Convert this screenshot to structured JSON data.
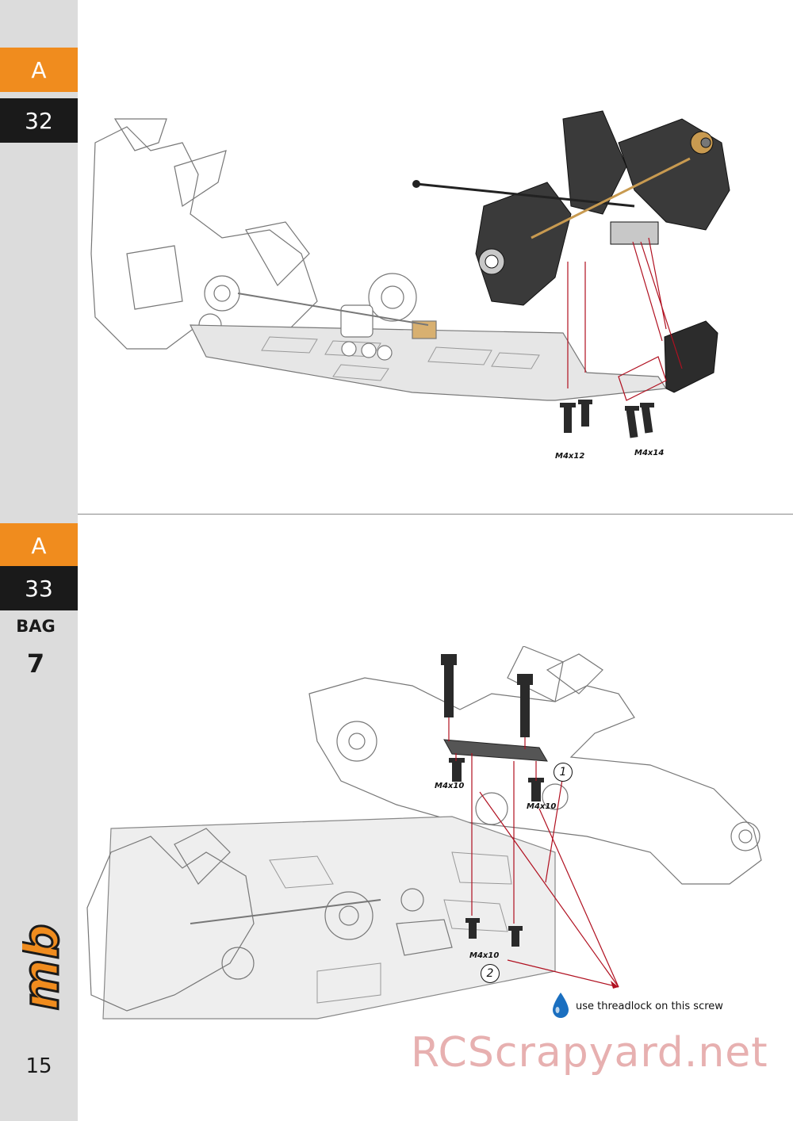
{
  "sidebar": {
    "step1_letter": "A",
    "step1_number": "32",
    "step2_letter": "A",
    "step2_number": "33",
    "bag_label": "BAG",
    "bag_number": "7",
    "page_number": "15",
    "logo": "mb"
  },
  "step32": {
    "screw_a": "M4x12",
    "screw_b": "M4x14"
  },
  "step33": {
    "screw_top_left": "M4x10",
    "screw_top_right": "M4x10",
    "screw_bottom": "M4x10",
    "callout_1": "1",
    "callout_2": "2",
    "note": "use threadlock on this screw"
  },
  "watermark": "RCScrapyard.net",
  "colors": {
    "accent_orange": "#f08c1e",
    "step_black": "#1a1a1a",
    "sidebar_gray": "#dcdcdc",
    "guide_red": "#b01020",
    "drop_blue": "#1a6fc0"
  },
  "icons": [
    "threadlock-drop-icon"
  ]
}
